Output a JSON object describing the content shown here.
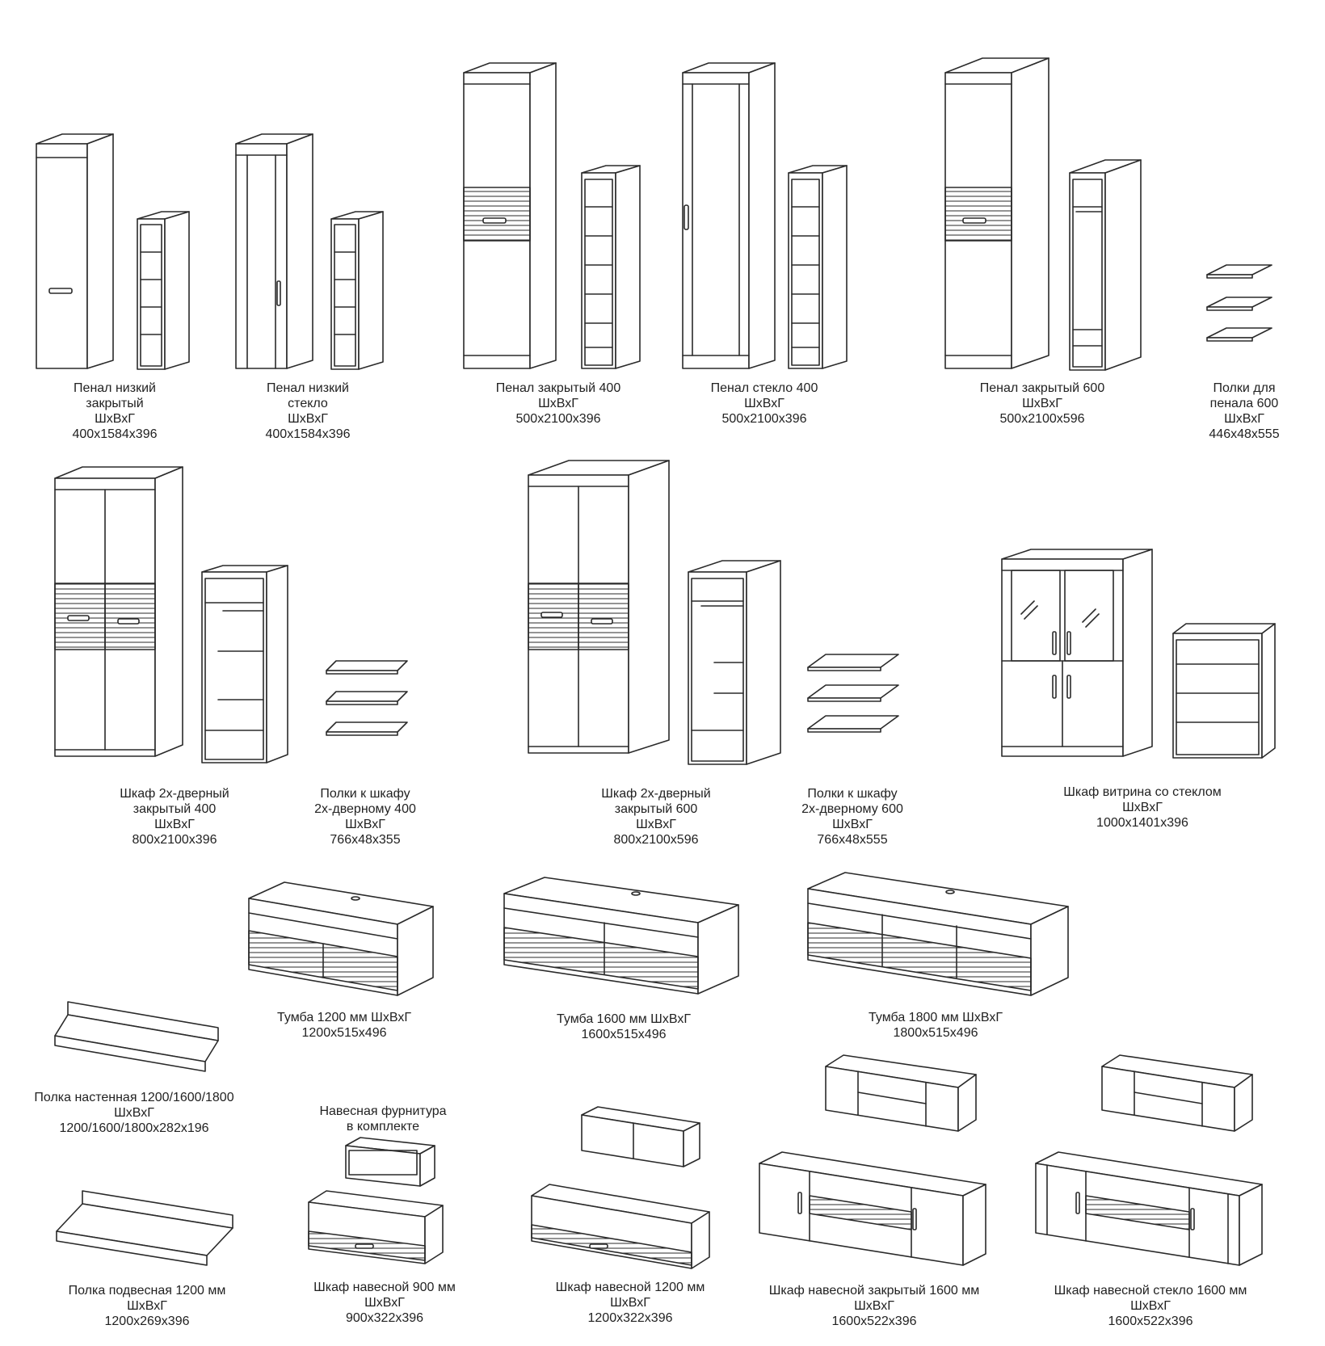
{
  "items": [
    {
      "id": "penal-low-closed",
      "lines": [
        "Пенал низкий",
        "закрытый",
        "ШхВхГ",
        "400х1584х396"
      ]
    },
    {
      "id": "penal-low-glass",
      "lines": [
        "Пенал низкий",
        "стекло",
        "ШхВхГ",
        "400х1584х396"
      ]
    },
    {
      "id": "penal-closed-400",
      "lines": [
        "Пенал закрытый 400",
        "ШхВхГ",
        "500х2100х396"
      ]
    },
    {
      "id": "penal-glass-400",
      "lines": [
        "Пенал стекло 400",
        "ШхВхГ",
        "500х2100х396"
      ]
    },
    {
      "id": "penal-closed-600",
      "lines": [
        "Пенал закрытый 600",
        "ШхВхГ",
        "500х2100х596"
      ]
    },
    {
      "id": "shelves-penal-600",
      "lines": [
        "Полки для",
        "пенала 600",
        "ШхВхГ",
        "446х48х555"
      ]
    },
    {
      "id": "wardrobe-2door-400",
      "lines": [
        "Шкаф 2х-дверный",
        "закрытый 400",
        "ШхВхГ",
        "800х2100х396"
      ]
    },
    {
      "id": "shelves-wardrobe-400",
      "lines": [
        "Полки к шкафу",
        "2х-дверному 400",
        "ШхВхГ",
        "766х48х355"
      ]
    },
    {
      "id": "wardrobe-2door-600",
      "lines": [
        "Шкаф 2х-дверный",
        "закрытый 600",
        "ШхВхГ",
        "800х2100х596"
      ]
    },
    {
      "id": "shelves-wardrobe-600",
      "lines": [
        "Полки к шкафу",
        "2х-дверному 600",
        "ШхВхГ",
        "766х48х555"
      ]
    },
    {
      "id": "showcase-glass",
      "lines": [
        "Шкаф витрина со стеклом",
        "ШхВхГ",
        "1000х1401х396"
      ]
    },
    {
      "id": "tv-1200",
      "lines": [
        "Тумба 1200 мм ШхВхГ",
        "1200х515х496"
      ]
    },
    {
      "id": "tv-1600",
      "lines": [
        "Тумба 1600 мм ШхВхГ",
        "1600х515х496"
      ]
    },
    {
      "id": "tv-1800",
      "lines": [
        "Тумба 1800 мм ШхВхГ",
        "1800х515х496"
      ]
    },
    {
      "id": "wall-shelf",
      "lines": [
        "Полка настенная 1200/1600/1800",
        "ШхВхГ",
        "1200/1600/1800х282х196"
      ]
    },
    {
      "id": "hanging-hardware",
      "lines": [
        "Навесная фурнитура",
        "в комплекте"
      ]
    },
    {
      "id": "hanging-shelf-1200",
      "lines": [
        "Полка подвесная 1200 мм",
        "ШхВхГ",
        "1200х269х396"
      ]
    },
    {
      "id": "hanging-900",
      "lines": [
        "Шкаф навесной 900 мм",
        "ШхВхГ",
        "900х322х396"
      ]
    },
    {
      "id": "hanging-1200",
      "lines": [
        "Шкаф навесной 1200 мм",
        "ШхВхГ",
        "1200х322х396"
      ]
    },
    {
      "id": "hanging-closed-1600",
      "lines": [
        "Шкаф навесной закрытый 1600 мм",
        "ШхВхГ",
        "1600х522х396"
      ]
    },
    {
      "id": "hanging-glass-1600",
      "lines": [
        "Шкаф навесной стекло 1600 мм",
        "ШхВхГ",
        "1600х522х396"
      ]
    }
  ],
  "stroke_color": "#2a2a2a",
  "background_color": "#ffffff"
}
